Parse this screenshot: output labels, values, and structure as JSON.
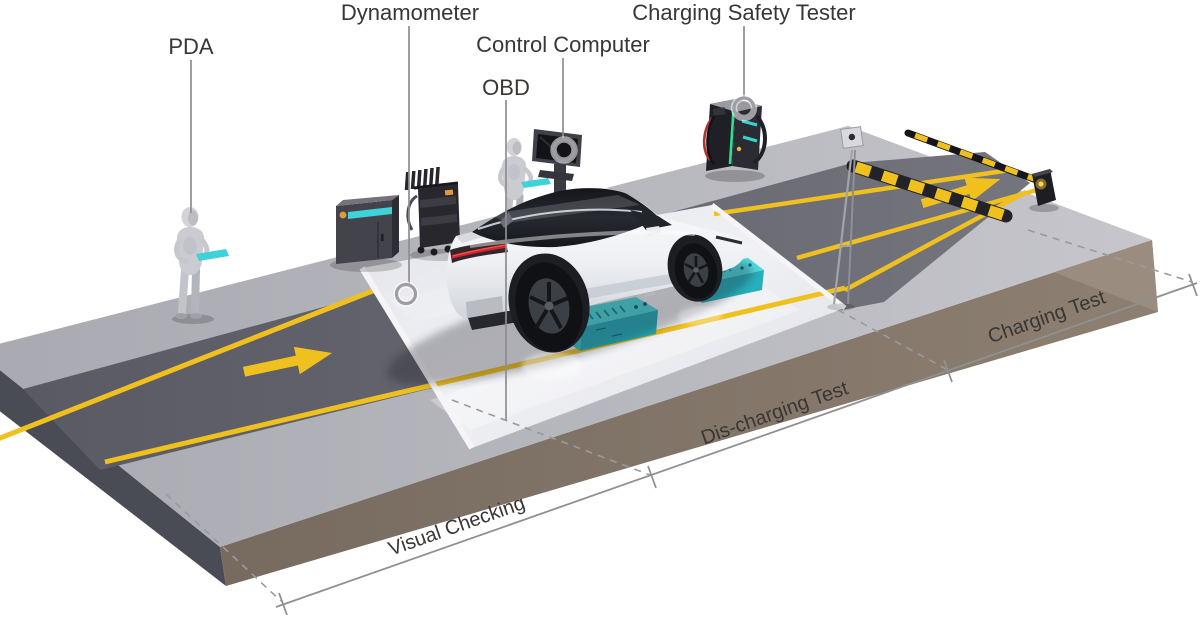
{
  "callouts": {
    "pda": {
      "label": "PDA"
    },
    "dynamometer": {
      "label": "Dynamometer"
    },
    "control_computer": {
      "label": "Control Computer"
    },
    "obd": {
      "label": "OBD"
    },
    "charging_safety_tester": {
      "label": "Charging Safety Tester"
    }
  },
  "zones": {
    "visual_checking": {
      "label": "Visual Checking"
    },
    "discharging_test": {
      "label": "Dis-charging Test"
    },
    "charging_test": {
      "label": "Charging Test"
    }
  },
  "colors": {
    "background": "#ffffff",
    "road": "#64646e",
    "apron_light": "#b7b7be",
    "bay_white": "#e7e8ed",
    "slab_front": "#7e7165",
    "slab_right": "#9a8d7f",
    "slab_left": "#4a4c55",
    "lane_yellow": "#f0c11e",
    "white_line": "#f5f5f7",
    "roller_top": "#4fdade",
    "roller_front": "#27b0bc",
    "roller_side": "#3cc9cf",
    "tablet_cyan": "#3fd2d8",
    "led_green": "#2ee08c",
    "car_body": "#eef0f3",
    "taillight_red": "#d2232e",
    "label_text": "#3a3633",
    "leader_gray": "#8e8e90",
    "dimension_gray": "#909092"
  }
}
